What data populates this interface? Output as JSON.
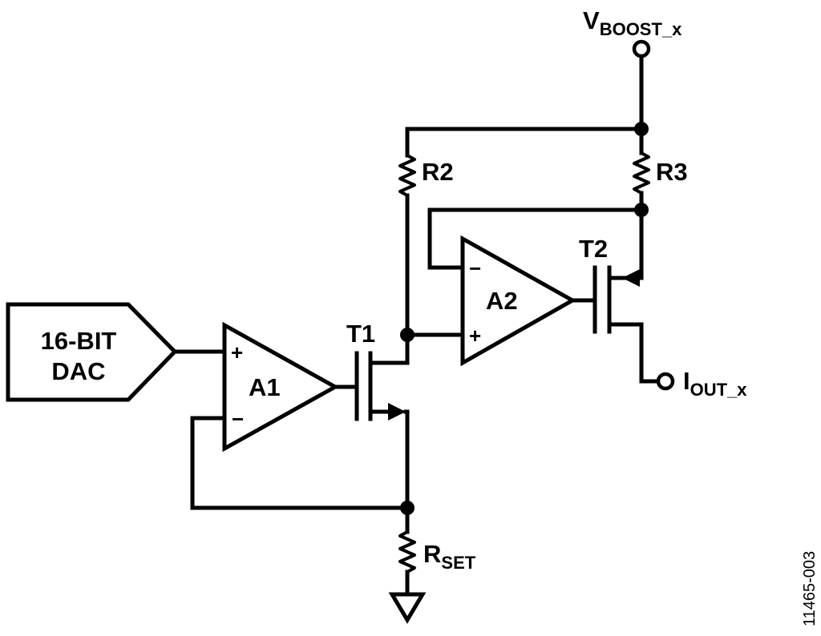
{
  "dac": {
    "line1": "16-BIT",
    "line2": "DAC"
  },
  "amplifiers": {
    "a1": {
      "label": "A1",
      "plus": "+",
      "minus": "−"
    },
    "a2": {
      "label": "A2",
      "plus": "+",
      "minus": "−"
    }
  },
  "transistors": {
    "t1": "T1",
    "t2": "T2"
  },
  "resistors": {
    "r2": "R2",
    "r3": "R3",
    "rset": {
      "main": "R",
      "sub": "SET"
    }
  },
  "terminals": {
    "vboost": {
      "main": "V",
      "sub": "BOOST_x"
    },
    "iout": {
      "main": "I",
      "sub": "OUT_x"
    }
  },
  "figure_id": "11465-003"
}
